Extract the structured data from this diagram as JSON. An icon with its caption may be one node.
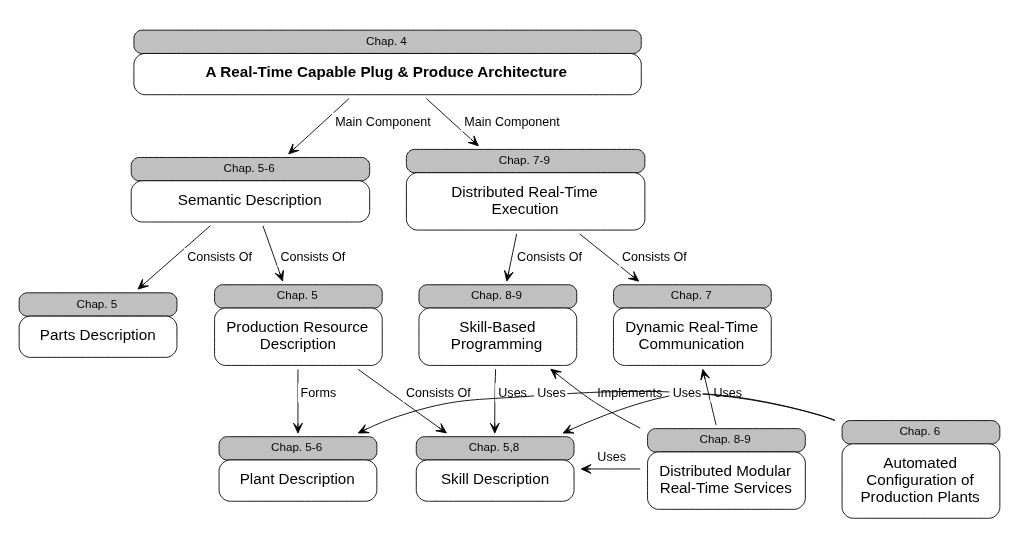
{
  "diagram": {
    "nodes": [
      {
        "text": [
          "Chap. 4",
          "A Real-Time Capable Plug & Produce Architecture"
        ]
      },
      {
        "text": [
          "Chap. 5-6",
          "Semantic Description"
        ]
      },
      {
        "text": [
          "Chap. 7-9",
          "Distributed Real-Time Execution"
        ]
      },
      {
        "text": [
          "Chap. 5",
          "Parts Description"
        ]
      },
      {
        "text": [
          "Chap. 5",
          "Production Resource Description"
        ]
      },
      {
        "text": [
          "Chap. 8-9",
          "Skill-Based Programming"
        ]
      },
      {
        "text": [
          "Chap. 7",
          "Dynamic Real-Time Communication"
        ]
      },
      {
        "text": [
          "Chap. 5-6",
          "Plant Description"
        ]
      },
      {
        "text": [
          "Chap. 5,8",
          "Skill Description"
        ]
      },
      {
        "text": [
          "Chap. 8-9",
          "Distributed Modular Real-Time Services"
        ]
      },
      {
        "text": [
          "Chap. 6",
          "Automated Configuration of Production Plants"
        ]
      }
    ],
    "edges": [
      {
        "from": 0,
        "to": 1,
        "arrow": "to",
        "label": "Main Component"
      },
      {
        "from": 0,
        "to": 2,
        "arrow": "to",
        "label": "Main Component"
      },
      {
        "from": 1,
        "to": 3,
        "arrow": "to",
        "label": "Consists Of"
      },
      {
        "from": 1,
        "to": 4,
        "arrow": "to",
        "label": "Consists Of"
      },
      {
        "from": 2,
        "to": 5,
        "arrow": "to",
        "label": "Consists Of"
      },
      {
        "from": 2,
        "to": 6,
        "arrow": "to",
        "label": "Consists Of"
      },
      {
        "from": 4,
        "to": 7,
        "arrow": "to",
        "label": "Forms"
      },
      {
        "from": 4,
        "to": 8,
        "arrow": "to",
        "label": "Consists Of"
      },
      {
        "from": 5,
        "to": 8,
        "arrow": "to",
        "label": "Uses"
      },
      {
        "from": 9,
        "to": 5,
        "arrow": "to",
        "label": "Implements"
      },
      {
        "from": 9,
        "to": 6,
        "arrow": "to",
        "label": "Uses"
      },
      {
        "from": 9,
        "to": 8,
        "arrow": "to",
        "label": "Uses"
      },
      {
        "from": 10,
        "to": 7,
        "arrow": "to",
        "label": "Uses"
      },
      {
        "from": 10,
        "to": 8,
        "arrow": "to",
        "label": "Uses"
      }
    ]
  }
}
